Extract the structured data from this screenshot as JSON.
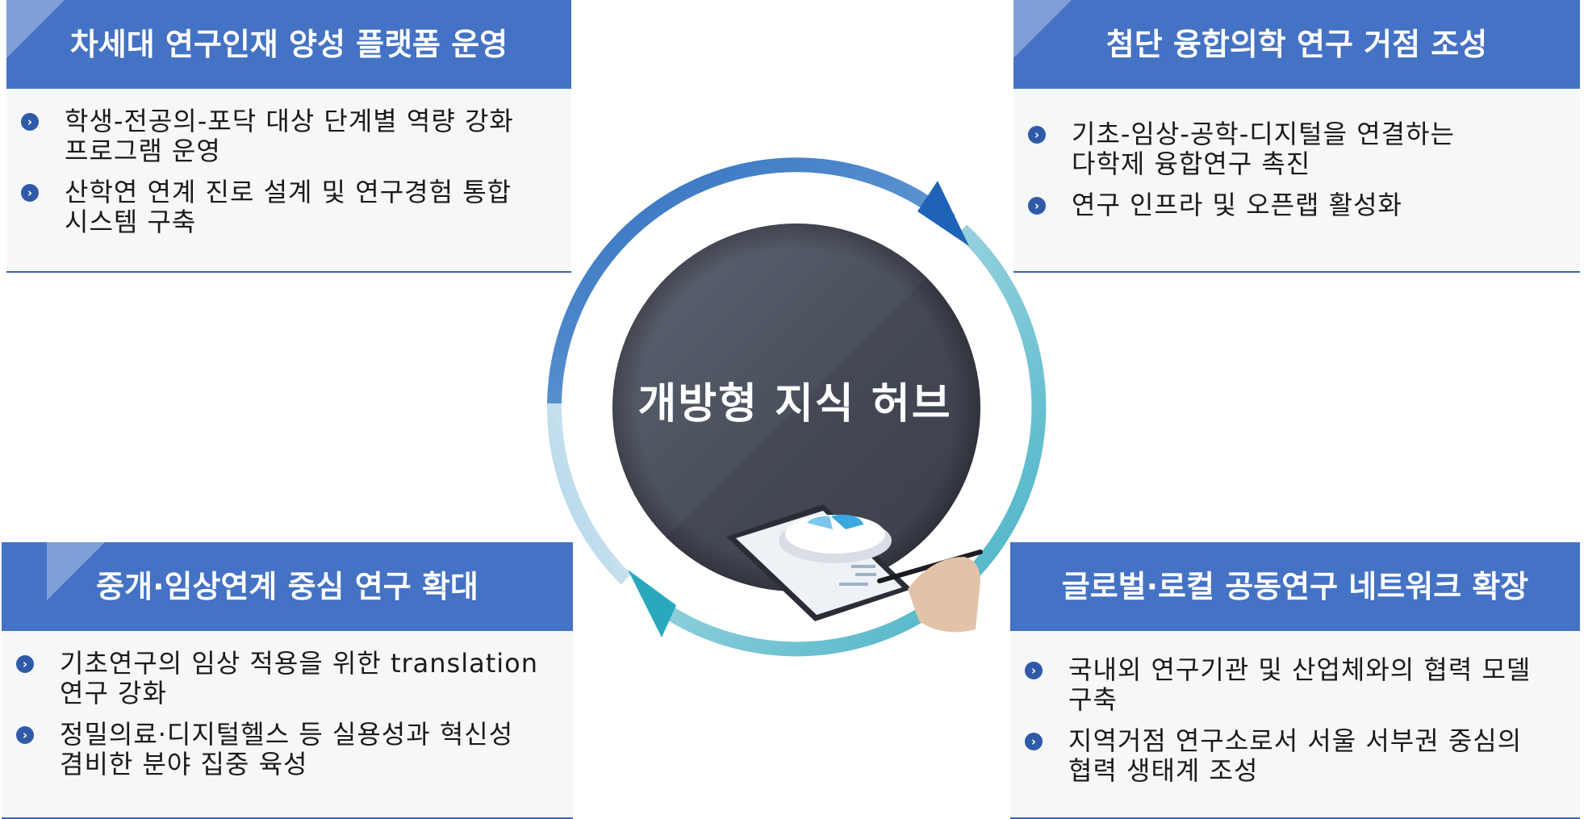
{
  "center": {
    "title": "개방형 지식 허브"
  },
  "panels": [
    {
      "title": "차세대 연구인재 양성 플랫폼 운영",
      "items": [
        {
          "line1": "학생-전공의-포닥 대상 단계별 역량 강화",
          "line2": "프로그램 운영"
        },
        {
          "line1": "산학연 연계 진로 설계 및 연구경험 통합",
          "line2": "시스템 구축"
        }
      ]
    },
    {
      "title": "첨단 융합의학 연구 거점 조성",
      "items": [
        {
          "line1": "기초-임상-공학-디지털을 연결하는",
          "line2": "다학제 융합연구 촉진"
        },
        {
          "line1": "연구 인프라 및 오픈랩 활성화",
          "line2": ""
        }
      ]
    },
    {
      "title": "중개·임상연계 중심 연구 확대",
      "items": [
        {
          "line1": "기초연구의 임상 적용을 위한 translation",
          "line2": "연구 강화"
        },
        {
          "line1": "정밀의료·디지털헬스 등 실용성과 혁신성",
          "line2": "겸비한 분야 집중 육성"
        }
      ]
    },
    {
      "title": "글로벌·로컬 공동연구 네트워크 확장",
      "items": [
        {
          "line1": "국내외 연구기관 및 산업체와의 협력 모델",
          "line2": "구축"
        },
        {
          "line1": "지역거점 연구소로서 서울 서부권 중심의",
          "line2": "협력 생태계 조성"
        }
      ]
    }
  ],
  "colors": {
    "header": "#4472c4",
    "bullet": "#2f5aa8",
    "hub": "#474c5a",
    "ring_start": "#1f63b8",
    "ring_end": "#34aebd"
  },
  "icons": {
    "bullet": "chevron-right-icon",
    "illustration": "tablet-chart-hand-icon"
  }
}
